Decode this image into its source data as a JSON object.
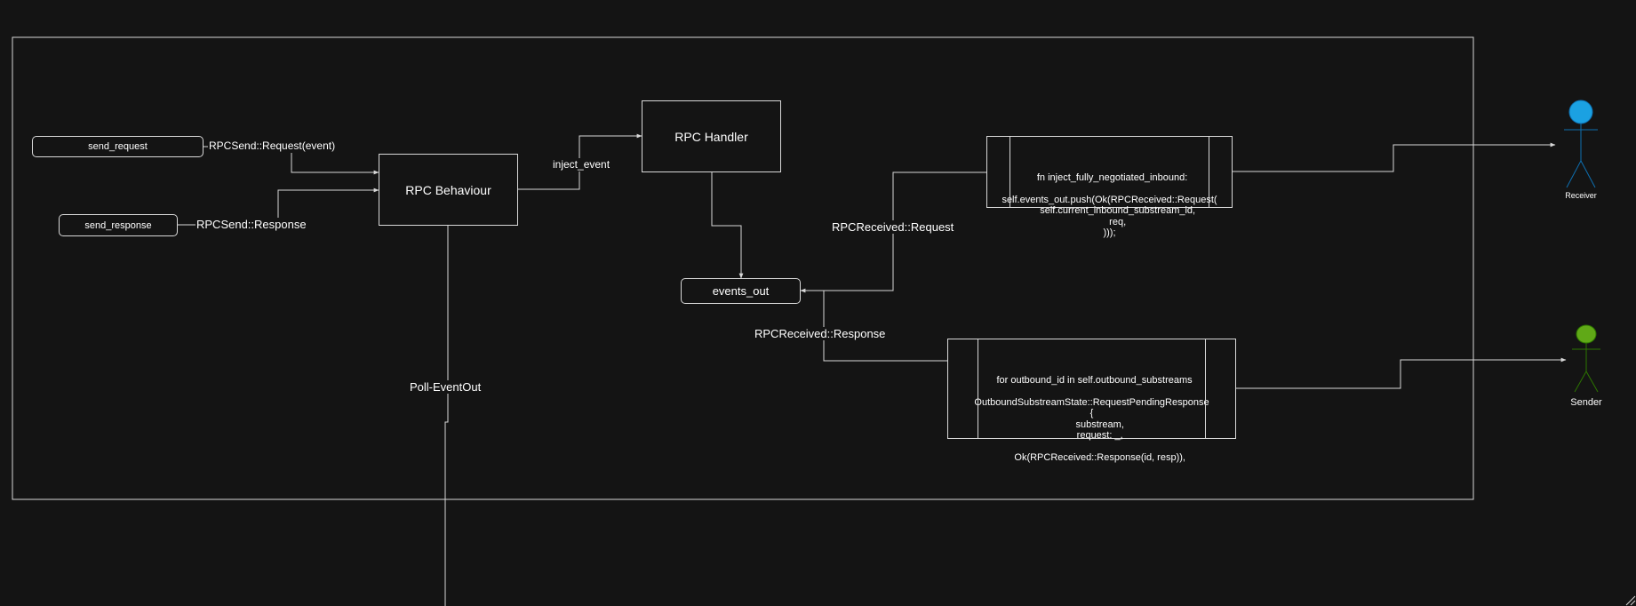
{
  "nodes": {
    "send_request": "send_request",
    "send_response": "send_response",
    "rpc_behaviour": "RPC Behaviour",
    "rpc_handler": "RPC Handler",
    "events_out": "events_out"
  },
  "edges": {
    "request_event": "RPCSend::Request(event)",
    "send_response": "RPCSend::Response",
    "inject_event": "inject_event",
    "received_request": "RPCReceived::Request",
    "received_response": "RPCReceived::Response",
    "poll_eventout": "Poll-EventOut"
  },
  "code_blocks": {
    "inbound": "fn inject_fully_negotiated_inbound:\n\nself.events_out.push(Ok(RPCReceived::Request(\n      self.current_inbound_substream_id,\n      req,\n)));",
    "outbound": "for outbound_id in self.outbound_substreams\n\nOutboundSubstreamState::RequestPendingResponse\n{\n      substream,\n      request: _,\n\n      Ok(RPCReceived::Response(id, resp)),"
  },
  "actors": {
    "receiver": {
      "label": "Receiver",
      "color": "#1ba1e2"
    },
    "sender": {
      "label": "Sender",
      "color": "#60a917"
    }
  },
  "colors": {
    "background": "#141414",
    "stroke": "#d8d8d8"
  }
}
